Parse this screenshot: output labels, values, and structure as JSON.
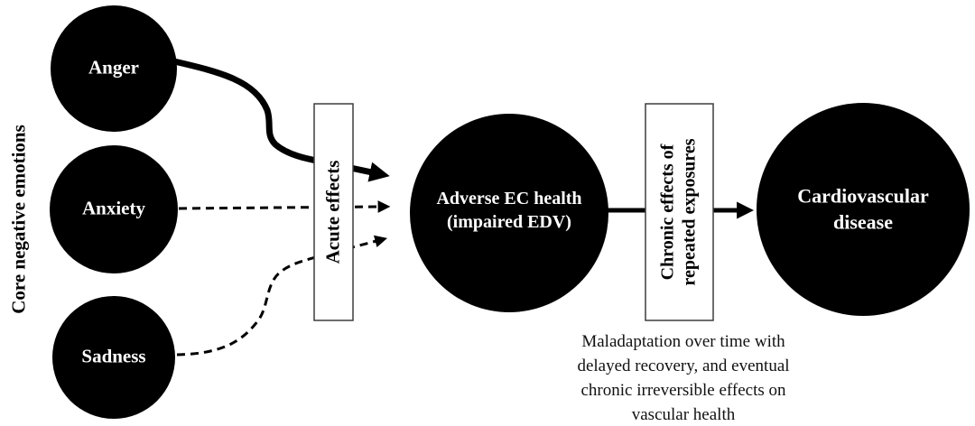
{
  "diagram": {
    "title_axis": "Core negative emotions",
    "emotions": [
      {
        "label": "Anger",
        "link_style": "thick-solid"
      },
      {
        "label": "Anxiety",
        "link_style": "dashed"
      },
      {
        "label": "Sadness",
        "link_style": "dashed"
      }
    ],
    "mediators": {
      "acute_label": "Acute effects",
      "chronic_label": "Chronic effects of\nrepeated exposures"
    },
    "outcomes": {
      "adverse_label": "Adverse EC health\n(impaired EDV)",
      "cardio_label": "Cardiovascular\ndisease"
    },
    "caption": "Maladaptation over time with\ndelayed recovery, and eventual\nchronic irreversible effects on\nvascular health",
    "colors": {
      "shape_fill": "#000000",
      "text_on_shape": "#ffffff",
      "box_fill": "#ffffff",
      "box_border": "#3d3d3d",
      "line": "#000000"
    }
  }
}
